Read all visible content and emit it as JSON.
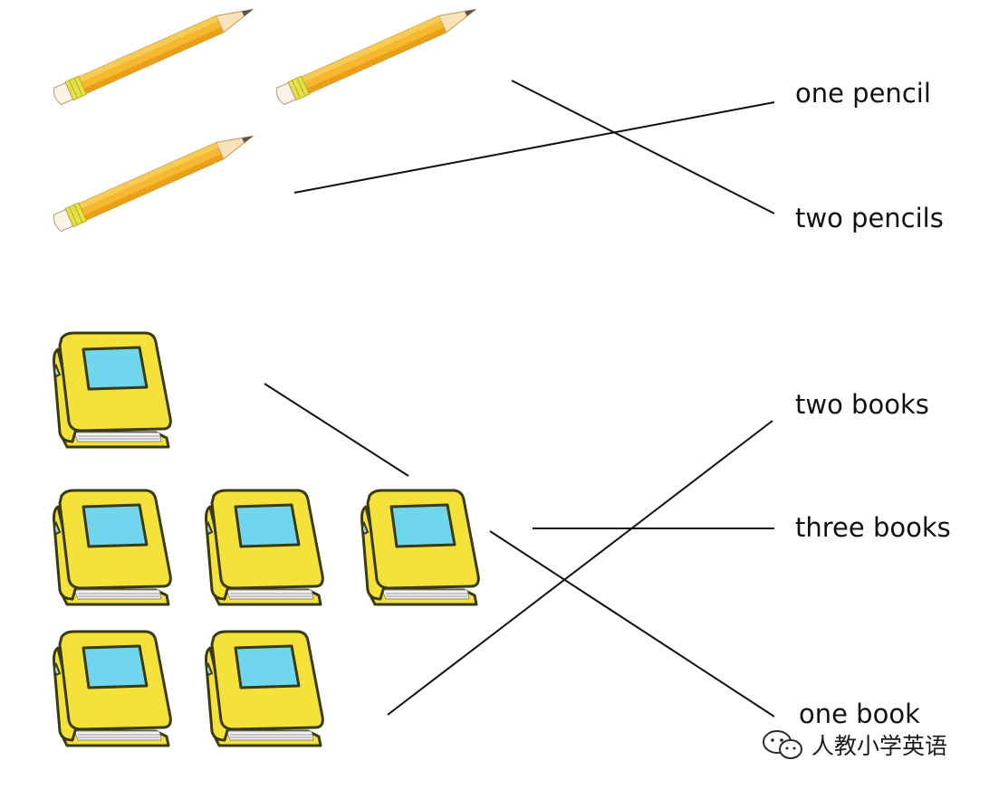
{
  "labels": {
    "one_pencil": "one pencil",
    "two_pencils": "two pencils",
    "two_books": "two books",
    "three_books": "three books",
    "one_book": "one book"
  },
  "watermark": {
    "text": "人教小学英语",
    "icon": "wechat-icon"
  },
  "colors": {
    "pencil_body": "#F5B82E",
    "pencil_dark": "#E8A01A",
    "pencil_band": "#E6E04A",
    "book_cover": "#F4E23A",
    "book_edge": "#3A3A10",
    "book_window": "#6FD6EE",
    "book_spine": "#A9CDE0",
    "line": "#111111"
  },
  "icons": {
    "pencil": "pencil-icon",
    "book": "book-icon"
  }
}
